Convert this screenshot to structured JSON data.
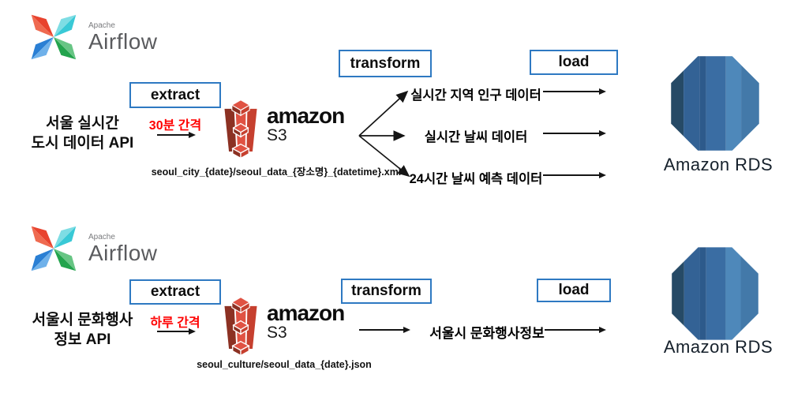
{
  "colors": {
    "box_border": "#2e79c2",
    "interval_text": "#ff0000",
    "arrow": "#151515",
    "airflow_red": "#e8432e",
    "airflow_red2": "#ef6a50",
    "airflow_teal": "#39c9d6",
    "airflow_teal2": "#7edde4",
    "airflow_green": "#23a44d",
    "airflow_green2": "#67c584",
    "airflow_blue": "#2a7fd4",
    "airflow_blue2": "#6fb1ea",
    "s3_dark": "#8c3123",
    "s3_mid": "#c6402f",
    "s3_light": "#e05243",
    "rds_bands": [
      "#264a66",
      "#336295",
      "#2d5a8b",
      "#3a6da3",
      "#4e88ba",
      "#4379a9"
    ]
  },
  "rows": [
    {
      "airflow": {
        "apache": "Apache",
        "name": "Airflow"
      },
      "source_title_lines": [
        "서울 실시간",
        "도시 데이터 API"
      ],
      "extract_label": "extract",
      "interval": "30분 간격",
      "s3_brand": "amazon",
      "s3_product": "S3",
      "s3_caption": "seoul_city_{date}/seoul_data_{장소명}_{datetime}.xml",
      "transform_label": "transform",
      "branches": [
        "실시간 지역 인구 데이터",
        "실시간 날씨 데이터",
        "24시간 날씨 예측 데이터"
      ],
      "load_label": "load",
      "rds_label": "Amazon RDS"
    },
    {
      "airflow": {
        "apache": "Apache",
        "name": "Airflow"
      },
      "source_title_lines": [
        "서울시 문화행사",
        "정보 API"
      ],
      "extract_label": "extract",
      "interval": "하루 간격",
      "s3_brand": "amazon",
      "s3_product": "S3",
      "s3_caption": "seoul_culture/seoul_data_{date}.json",
      "transform_label": "transform",
      "branches": [
        "서울시 문화행사정보"
      ],
      "load_label": "load",
      "rds_label": "Amazon RDS"
    }
  ]
}
